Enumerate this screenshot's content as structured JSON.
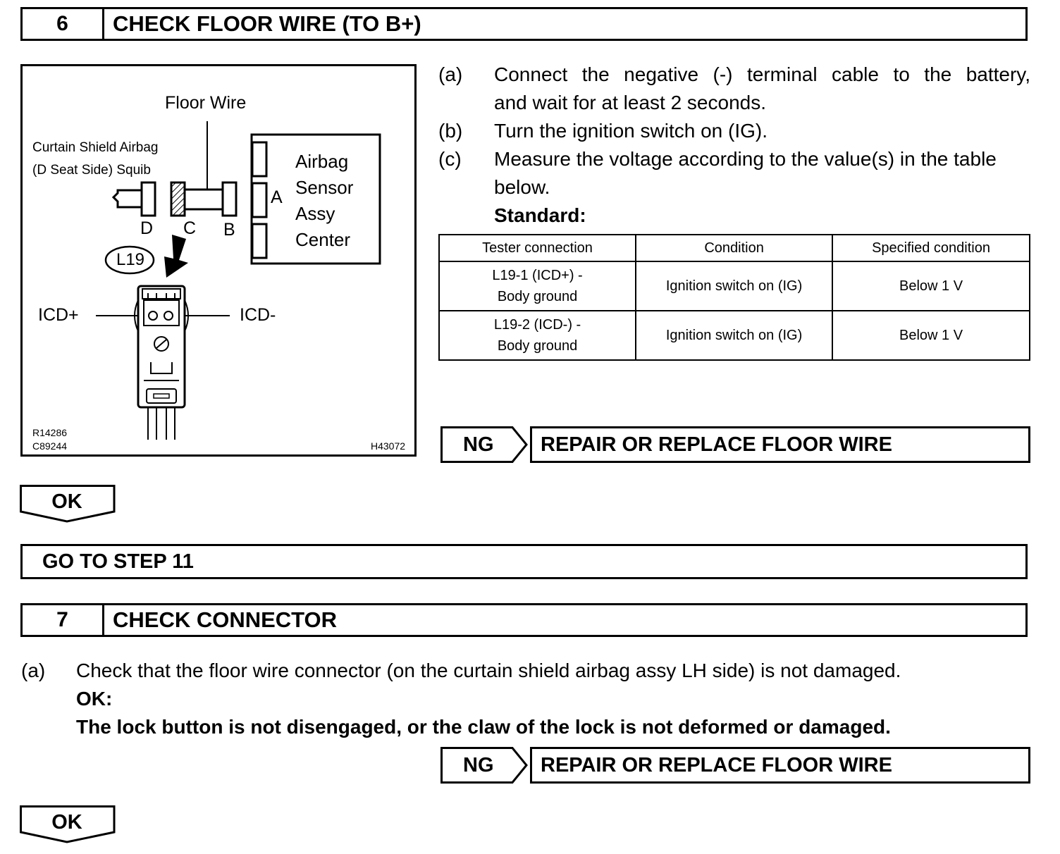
{
  "step6": {
    "number": "6",
    "title": "CHECK FLOOR WIRE (TO B+)"
  },
  "figure": {
    "floor_wire_label": "Floor Wire",
    "squib_label_line1": "Curtain Shield Airbag",
    "squib_label_line2": "(D Seat Side) Squib",
    "sensor_line1": "Airbag",
    "sensor_line2": "Sensor",
    "sensor_line3": "Assy",
    "sensor_line4": "Center",
    "connector_a": "A",
    "connector_b": "B",
    "connector_c": "C",
    "connector_d": "D",
    "connector_id": "L19",
    "icd_plus": "ICD+",
    "icd_minus": "ICD-",
    "code1": "R14286",
    "code2": "C89244",
    "code3": "H43072"
  },
  "instructions": [
    {
      "letter": "(a)",
      "line1": "Connect the negative (-) terminal cable to the battery,",
      "line2": "and wait for at least 2 seconds."
    },
    {
      "letter": "(b)",
      "line1": "Turn the ignition switch on (IG)."
    },
    {
      "letter": "(c)",
      "line1": "Measure the voltage according to the value(s) in the table",
      "line2": "below."
    }
  ],
  "standard_label": "Standard:",
  "table": {
    "headers": [
      "Tester connection",
      "Condition",
      "Specified condition"
    ],
    "rows": [
      {
        "connection_line1": "L19-1 (ICD+) -",
        "connection_line2": "Body ground",
        "condition": "Ignition switch on (IG)",
        "specified": "Below 1 V"
      },
      {
        "connection_line1": "L19-2 (ICD-) -",
        "connection_line2": "Body ground",
        "condition": "Ignition switch on (IG)",
        "specified": "Below 1 V"
      }
    ]
  },
  "ng1": {
    "label": "NG",
    "action": "REPAIR OR REPLACE FLOOR WIRE"
  },
  "ok1": {
    "label": "OK"
  },
  "goto": {
    "label": "GO TO STEP 11"
  },
  "step7": {
    "number": "7",
    "title": "CHECK CONNECTOR",
    "letter": "(a)",
    "text": "Check that the floor wire connector (on the curtain shield airbag assy LH side) is not damaged.",
    "ok_label": "OK:",
    "ok_text": "The lock button is not disengaged, or the claw of the lock is not deformed or damaged."
  },
  "ng2": {
    "label": "NG",
    "action": "REPAIR OR REPLACE FLOOR WIRE"
  },
  "ok2": {
    "label": "OK"
  }
}
